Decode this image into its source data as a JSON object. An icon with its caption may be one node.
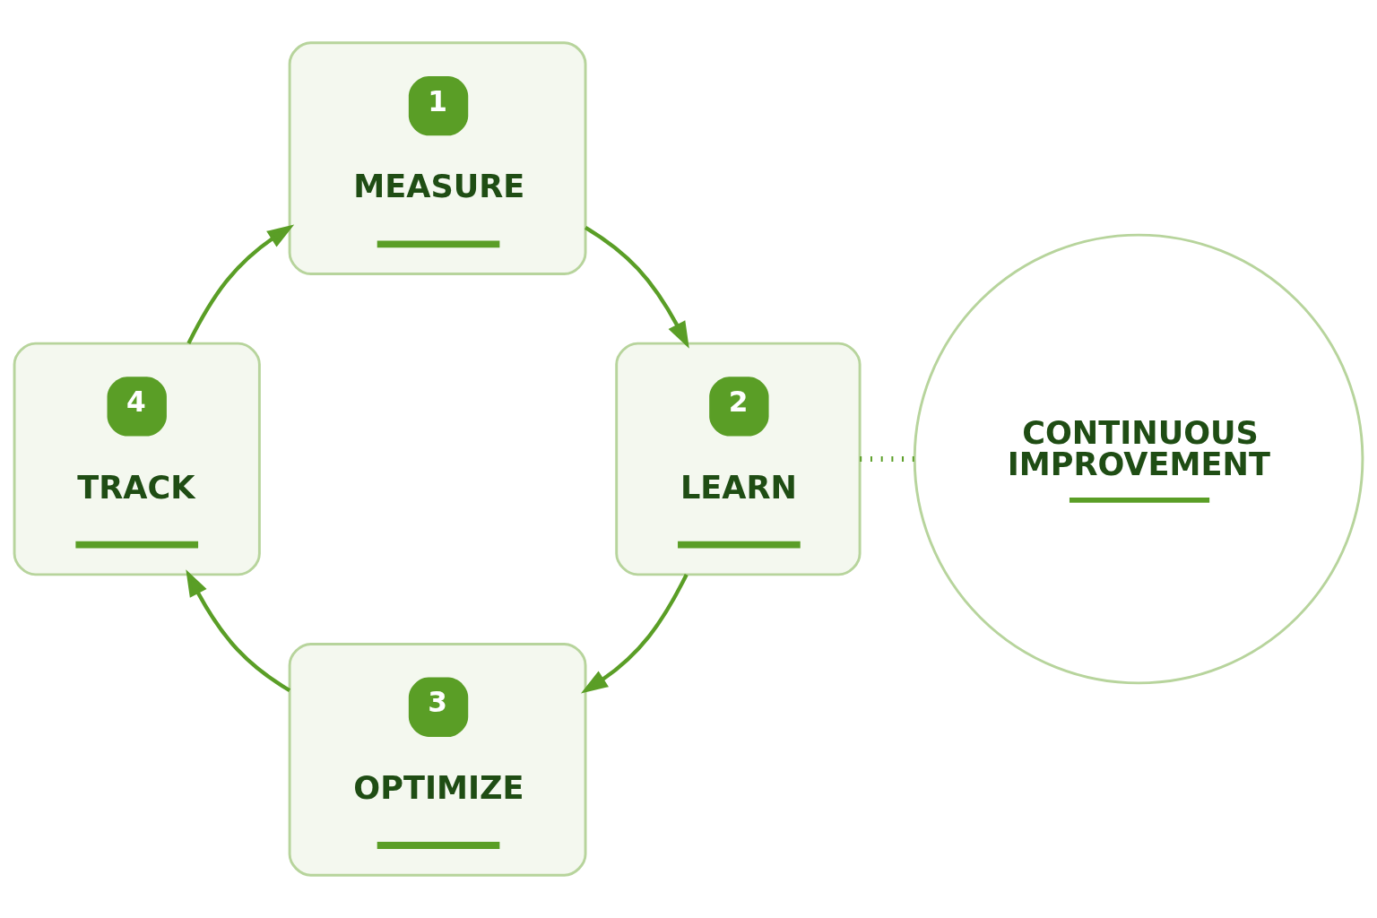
{
  "diagram": {
    "nodes": [
      {
        "text": [
          "1",
          "MEASURE"
        ]
      },
      {
        "text": [
          "2",
          "LEARN"
        ]
      },
      {
        "text": [
          "3",
          "OPTIMIZE"
        ]
      },
      {
        "text": [
          "4",
          "TRACK"
        ]
      },
      {
        "text": [
          "CONTINUOUS IMPROVEMENT"
        ]
      }
    ],
    "edges": [
      {
        "from": 0,
        "to": 1,
        "arrow": "to"
      },
      {
        "from": 1,
        "to": 2,
        "arrow": "to"
      },
      {
        "from": 2,
        "to": 3,
        "arrow": "to"
      },
      {
        "from": 3,
        "to": 0,
        "arrow": "to"
      },
      {
        "from": 1,
        "to": 4,
        "arrow": "none",
        "style": "dashed"
      }
    ]
  }
}
